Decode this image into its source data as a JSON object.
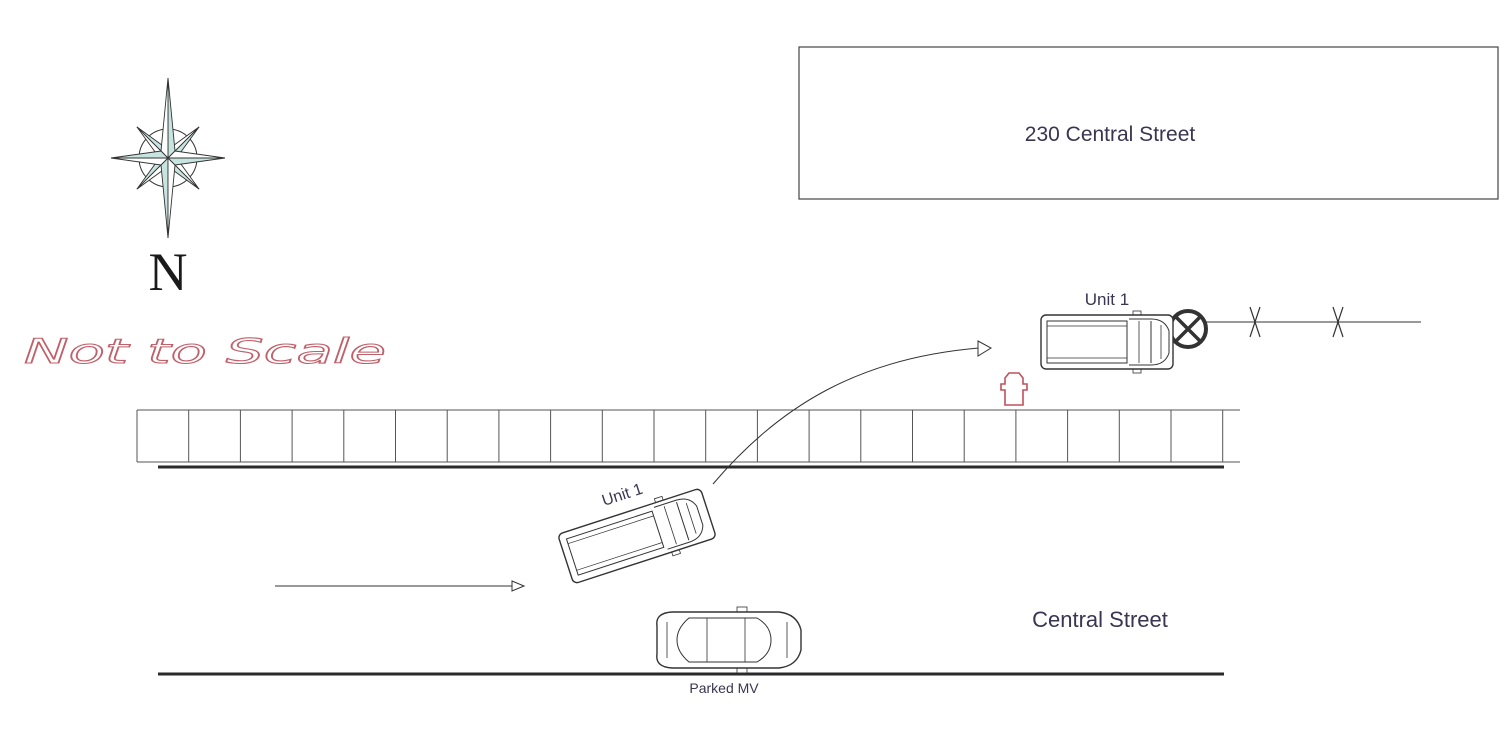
{
  "building": {
    "label": "230 Central Street"
  },
  "compass": {
    "letter": "N"
  },
  "scale_note": {
    "text": "Not to Scale"
  },
  "street": {
    "label": "Central Street"
  },
  "vehicles": {
    "unit_start": {
      "label": "Unit 1"
    },
    "unit_final": {
      "label": "Unit 1"
    },
    "parked": {
      "label": "Parked MV"
    }
  },
  "colors": {
    "line": "#2a2a2a",
    "label": "#3a3550",
    "hydrant": "#c0505a",
    "compass_fill": "#c8e4e0"
  }
}
